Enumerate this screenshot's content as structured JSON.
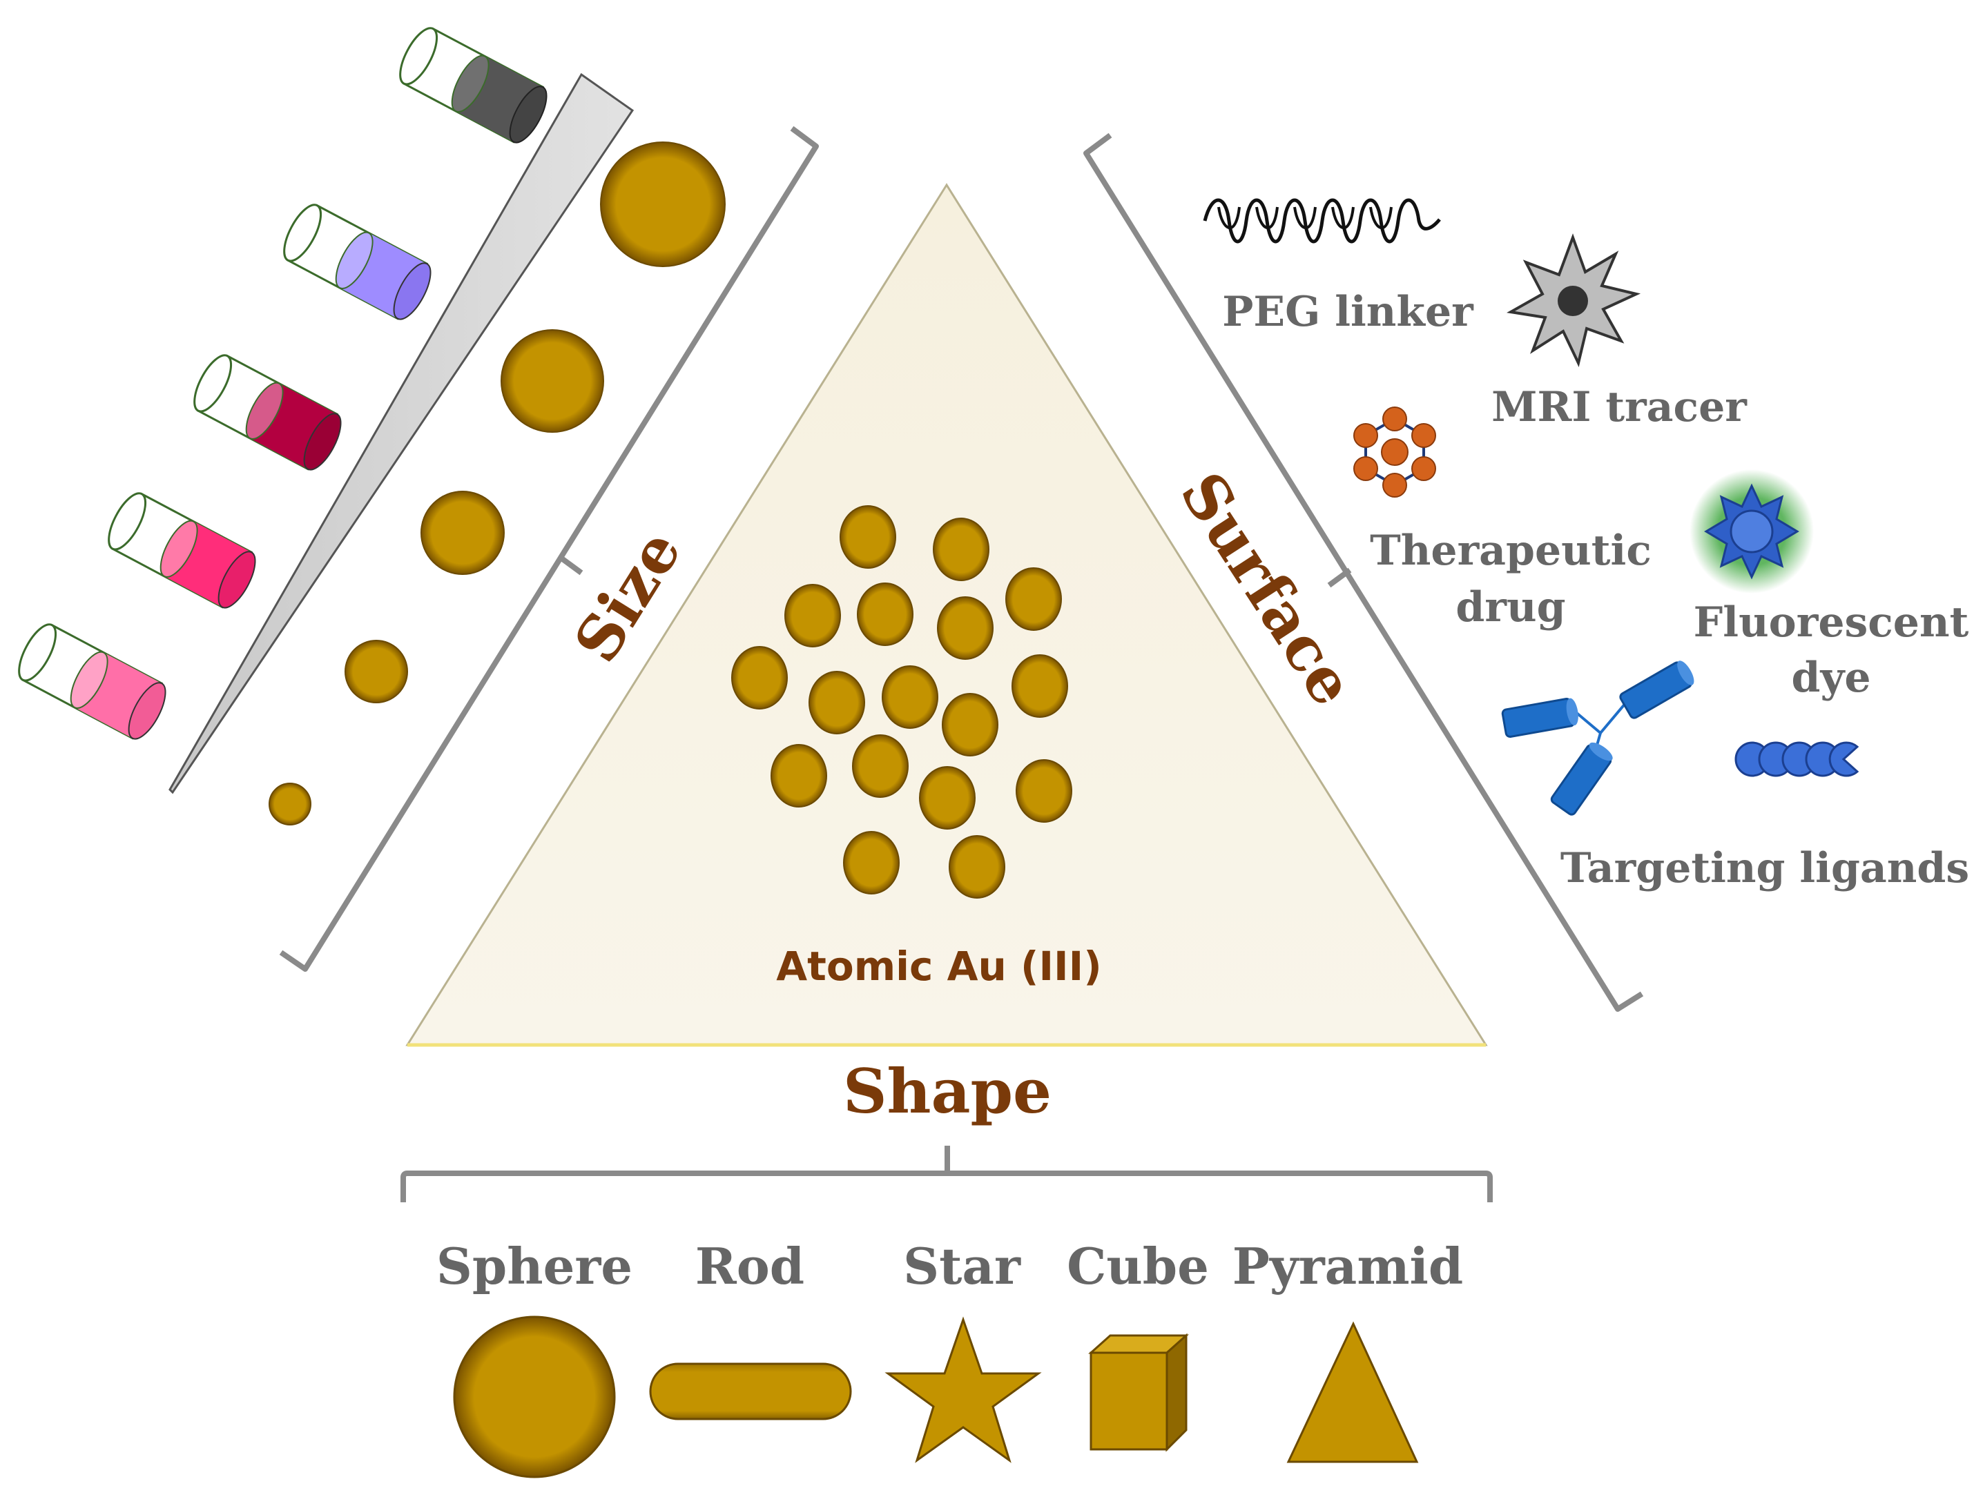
{
  "center": {
    "label": "Atomic Au (III)"
  },
  "axes": {
    "size": "Size",
    "surface": "Surface",
    "shape": "Shape"
  },
  "shapes": {
    "sphere": "Sphere",
    "rod": "Rod",
    "star": "Star",
    "cube": "Cube",
    "pyramid": "Pyramid"
  },
  "surface_items": {
    "peg": "PEG linker",
    "mri": "MRI tracer",
    "drug_line1": "Therapeutic",
    "drug_line2": "drug",
    "dye_line1": "Fluorescent",
    "dye_line2": "dye",
    "ligands": "Targeting ligands"
  },
  "colors": {
    "gold": "#c09100",
    "gold_dark": "#8a6400",
    "label_brown": "#7a3a0a",
    "text_gray": "#555555",
    "triangle_fill": "#f7f2e4",
    "bracket_gray": "#8a8a8a",
    "vial_colors": [
      "#555555",
      "#9e8cff",
      "#b30040",
      "#ff2d7a",
      "#ff6fa8"
    ],
    "drug_orange": "#d4621c",
    "dye_blue": "#3f6fd8",
    "dye_glow": "#4fae4f",
    "ligand_blue": "#1e6ec8"
  }
}
